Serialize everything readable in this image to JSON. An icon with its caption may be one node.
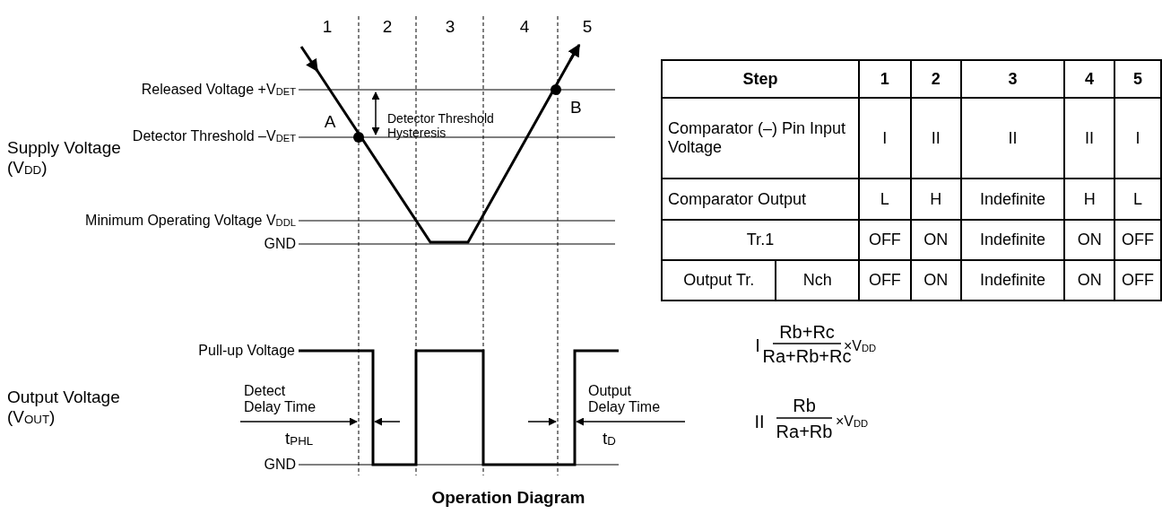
{
  "diagram": {
    "title": "Operation Diagram",
    "labels": [
      "1",
      "2",
      "3",
      "4",
      "5",
      "Released Voltage +V$_{DET}$",
      "Detector Threshold Hysteresis",
      "A",
      "Detector Threshold –V$_{DET}$",
      "B",
      "Supply Voltage (V$_{DD}$)",
      "Minimum Operating Voltage V$_{DDL}$",
      "GND",
      "Step",
      "1",
      "2",
      "3",
      "4",
      "5",
      "Comparator (–) Pin Input Voltage",
      "I",
      "II",
      "II",
      "II",
      "I",
      "Comparator Output",
      "L",
      "H",
      "Indefinite",
      "H",
      "L",
      "Tr.1",
      "OFF",
      "ON",
      "Indefinite",
      "ON",
      "OFF",
      "Output Tr.",
      "Nch",
      "OFF",
      "ON",
      "Indefinite",
      "ON",
      "OFF",
      "Pull-up Voltage",
      "I",
      "Rb+Rc",
      "Ra+Rb+Rc",
      "×V$_{DD}$",
      "Output Voltage (V$_{OUT}$)",
      "Detect Delay Time",
      "Output Delay Time",
      "t$_{PHL}$",
      "t$_{D}$",
      "II",
      "Rb",
      "Ra+Rb",
      "×V$_{DD}$",
      "GND"
    ]
  }
}
